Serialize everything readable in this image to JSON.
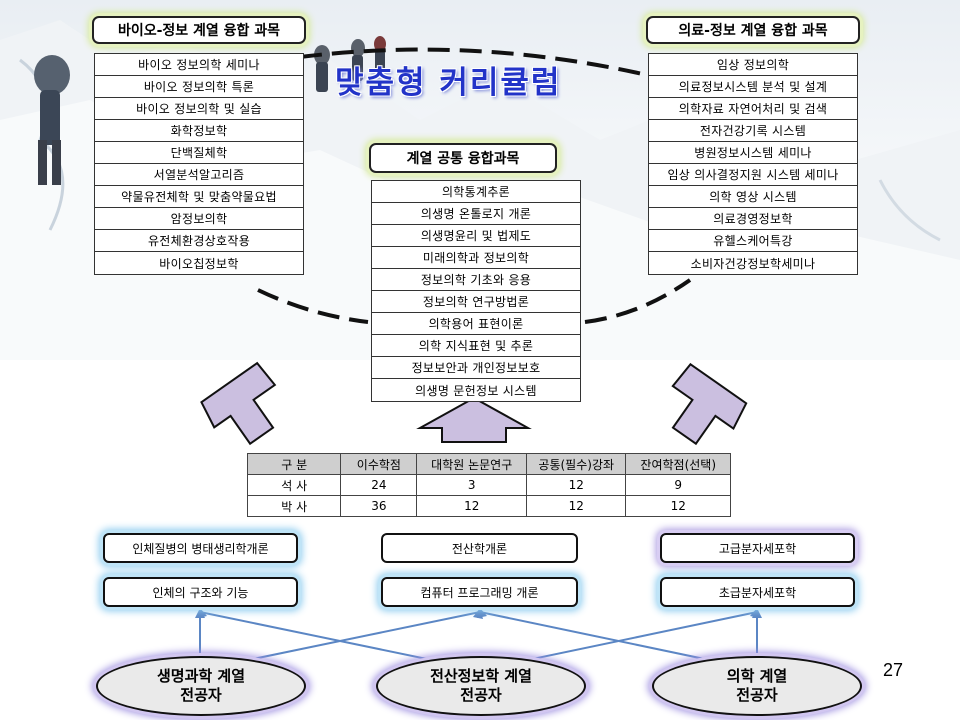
{
  "headers": {
    "bio": "바이오-정보 계열 융합 과목",
    "medical": "의료-정보 계열 융합 과목",
    "common": "계열 공통 융합과목"
  },
  "title": "맞춤형 커리큘럼",
  "bio_courses": [
    "바이오 정보의학 세미나",
    "바이오 정보의학 특론",
    "바이오 정보의학 및 실습",
    "화학정보학",
    "단백질체학",
    "서열분석알고리즘",
    "약물유전체학 및 맞춤약물요법",
    "암정보의학",
    "유전체환경상호작용",
    "바이오칩정보학"
  ],
  "medical_courses": [
    "임상 정보의학",
    "의료정보시스템 분석 및 설계",
    "의학자료 자연어처리 및 검색",
    "전자건강기록 시스템",
    "병원정보시스템 세미나",
    "임상 의사결정지원 시스템 세미나",
    "의학 영상 시스템",
    "의료경영정보학",
    "유헬스케어특강",
    "소비자건강정보학세미나"
  ],
  "common_courses": [
    "의학통계추론",
    "의생명 온톨로지 개론",
    "의생명윤리 및 법제도",
    "미래의학과 정보의학",
    "정보의학 기초와 응용",
    "정보의학 연구방법론",
    "의학용어 표현이론",
    "의학 지식표현 및 추론",
    "정보보안과 개인정보보호",
    "의생명 문헌정보 시스템"
  ],
  "credits": {
    "headers": [
      "구   분",
      "이수학점",
      "대학원 논문연구",
      "공통(필수)강좌",
      "잔여학점(선택)"
    ],
    "rows": [
      [
        "석   사",
        "24",
        "3",
        "12",
        "9"
      ],
      [
        "박   사",
        "36",
        "12",
        "12",
        "12"
      ]
    ]
  },
  "prerequisites": {
    "life_science": [
      "인체질병의 병태생리학개론",
      "인체의 구조와 기능"
    ],
    "computing": [
      "전산학개론",
      "컴퓨터 프로그래밍 개론"
    ],
    "medicine": [
      "고급분자세포학",
      "초급분자세포학"
    ]
  },
  "majors": {
    "life_science": [
      "생명과학 계열",
      "전공자"
    ],
    "computing": [
      "전산정보학 계열",
      "전공자"
    ],
    "medicine": [
      "의학 계열",
      "전공자"
    ]
  },
  "page_number": "27",
  "colors": {
    "title": "#2233c8",
    "arrow_fill": "#cbbfe0",
    "connector": "#5b86c4"
  }
}
